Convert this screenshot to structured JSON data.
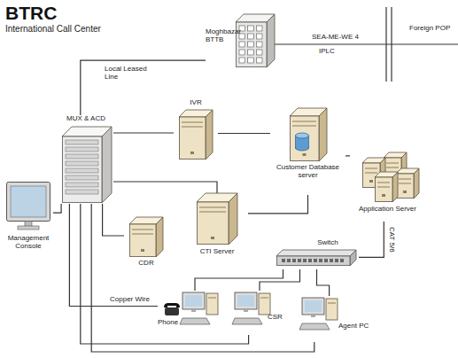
{
  "diagram": {
    "title": "BTRC",
    "nodes": [
      {
        "text": [
          "Moghbazar BTTB"
        ]
      },
      {
        "text": [
          "MUX & ACD"
        ]
      },
      {
        "text": [
          "IVR"
        ]
      },
      {
        "text": [
          "Customer Database server"
        ]
      },
      {
        "text": [
          "Application Server"
        ]
      },
      {
        "text": [
          "Management Console"
        ]
      },
      {
        "text": [
          "CDR"
        ]
      },
      {
        "text": [
          "CTI Server"
        ]
      },
      {
        "text": [
          "Switch"
        ]
      },
      {
        "text": [
          "Phone"
        ]
      },
      {
        "text": [
          "CSR"
        ]
      },
      {
        "text": [
          "Agent PC"
        ]
      }
    ],
    "edges": [
      {
        "from": 1,
        "to": 0,
        "arrow": "none",
        "label": "Local Leased Line"
      },
      {
        "from": 1,
        "to": 2,
        "arrow": "none"
      },
      {
        "from": 2,
        "to": 3,
        "arrow": "none"
      },
      {
        "from": 3,
        "to": 4,
        "arrow": "none"
      },
      {
        "from": 1,
        "to": 7,
        "arrow": "none"
      },
      {
        "from": 7,
        "to": 3,
        "arrow": "none"
      },
      {
        "from": 1,
        "to": 6,
        "arrow": "none"
      },
      {
        "from": 1,
        "to": 5,
        "arrow": "none"
      },
      {
        "from": 1,
        "to": 9,
        "arrow": "none",
        "label": "Copper Wire"
      },
      {
        "from": 1,
        "to": 10,
        "arrow": "none"
      },
      {
        "from": 1,
        "to": 11,
        "arrow": "none"
      },
      {
        "from": 4,
        "to": 8,
        "arrow": "none",
        "label": "CAT 5/6"
      },
      {
        "from": 8,
        "to": 9,
        "arrow": "none"
      },
      {
        "from": 8,
        "to": 10,
        "arrow": "none"
      },
      {
        "from": 8,
        "to": 11,
        "arrow": "none"
      }
    ],
    "labels": [
      "International Call Center",
      "SEA-ME-WE 4",
      "IPLC",
      "Foreign POP"
    ]
  }
}
